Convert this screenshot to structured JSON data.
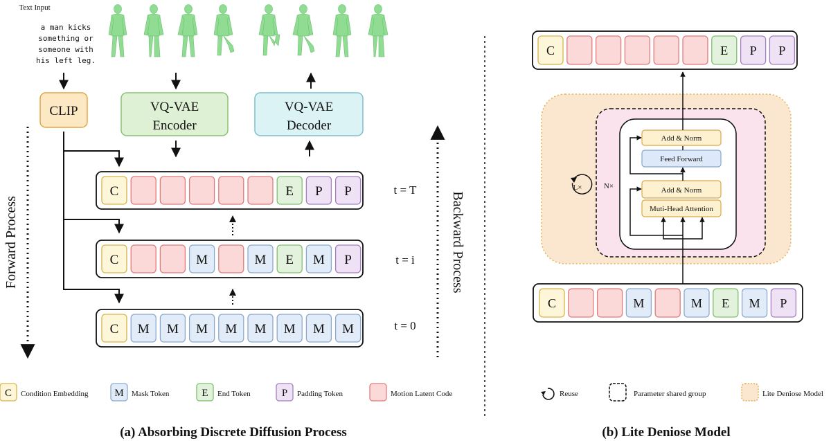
{
  "colors": {
    "C": {
      "fill": "#fdf6d9",
      "stroke": "#d9b44a"
    },
    "M": {
      "fill": "#e2ecf8",
      "stroke": "#8aa9cf"
    },
    "E": {
      "fill": "#e3f2dd",
      "stroke": "#7fbf6e"
    },
    "P": {
      "fill": "#efe2f5",
      "stroke": "#a57fc2"
    },
    "R": {
      "fill": "#fbd9d9",
      "stroke": "#e07b7b"
    },
    "clip": {
      "fill": "#fde8c4",
      "stroke": "#e0a545"
    },
    "encoder": {
      "fill": "#dff1d5",
      "stroke": "#87c275"
    },
    "decoder": {
      "fill": "#dcf3f6",
      "stroke": "#7bbfcd"
    },
    "lite_bg": {
      "fill": "#fbe6cf",
      "stroke": "#e0b356"
    },
    "shared_bg": "#fbe3ee",
    "addnorm": {
      "fill": "#fdf1cf",
      "stroke": "#d9a84a"
    },
    "ff": {
      "fill": "#dde9f8",
      "stroke": "#86a6cf"
    },
    "figure_green": "#8fdc92"
  },
  "panel_a": {
    "text_input_label": "Text Input",
    "text_input_lines": [
      "a man kicks",
      "something or",
      "someone with",
      "his left leg."
    ],
    "clip_label": "CLIP",
    "encoder_lines": [
      "VQ-VAE",
      "Encoder"
    ],
    "decoder_lines": [
      "VQ-VAE",
      "Decoder"
    ],
    "rows": [
      {
        "tokens": [
          "C",
          "R",
          "R",
          "R",
          "R",
          "R",
          "E",
          "P",
          "P"
        ],
        "time_label": "t = T"
      },
      {
        "tokens": [
          "C",
          "R",
          "R",
          "M",
          "R",
          "M",
          "E",
          "M",
          "P"
        ],
        "time_label": "t = i"
      },
      {
        "tokens": [
          "C",
          "M",
          "M",
          "M",
          "M",
          "M",
          "M",
          "M",
          "M"
        ],
        "time_label": "t = 0"
      }
    ],
    "forward_label": "Forward Process",
    "backward_label": "Backward Process",
    "caption": "(a) Absorbing Discrete Diffusion Process"
  },
  "legend_a": [
    {
      "symbol": "C",
      "kind": "C",
      "label": "Condition Embedding"
    },
    {
      "symbol": "M",
      "kind": "M",
      "label": "Mask Token"
    },
    {
      "symbol": "E",
      "kind": "E",
      "label": "End Token"
    },
    {
      "symbol": "P",
      "kind": "P",
      "label": "Padding Token"
    },
    {
      "symbol": "",
      "kind": "R",
      "label": "Motion Latent Code"
    }
  ],
  "panel_b": {
    "top_row": [
      "C",
      "R",
      "R",
      "R",
      "R",
      "R",
      "E",
      "P",
      "P"
    ],
    "bottom_row": [
      "C",
      "R",
      "R",
      "M",
      "R",
      "M",
      "E",
      "M",
      "P"
    ],
    "add_norm_label": "Add & Norm",
    "feed_forward_label": "Feed Forward",
    "attention_label": "Muti-Head Attention",
    "loop_label": "L×",
    "repeat_label": "N×",
    "caption": "(b) Lite Deniose Model"
  },
  "legend_b": [
    {
      "kind": "reuse",
      "label": "Reuse"
    },
    {
      "kind": "shared",
      "label": "Parameter shared group"
    },
    {
      "kind": "lite",
      "label": "Lite Deniose Model"
    }
  ]
}
